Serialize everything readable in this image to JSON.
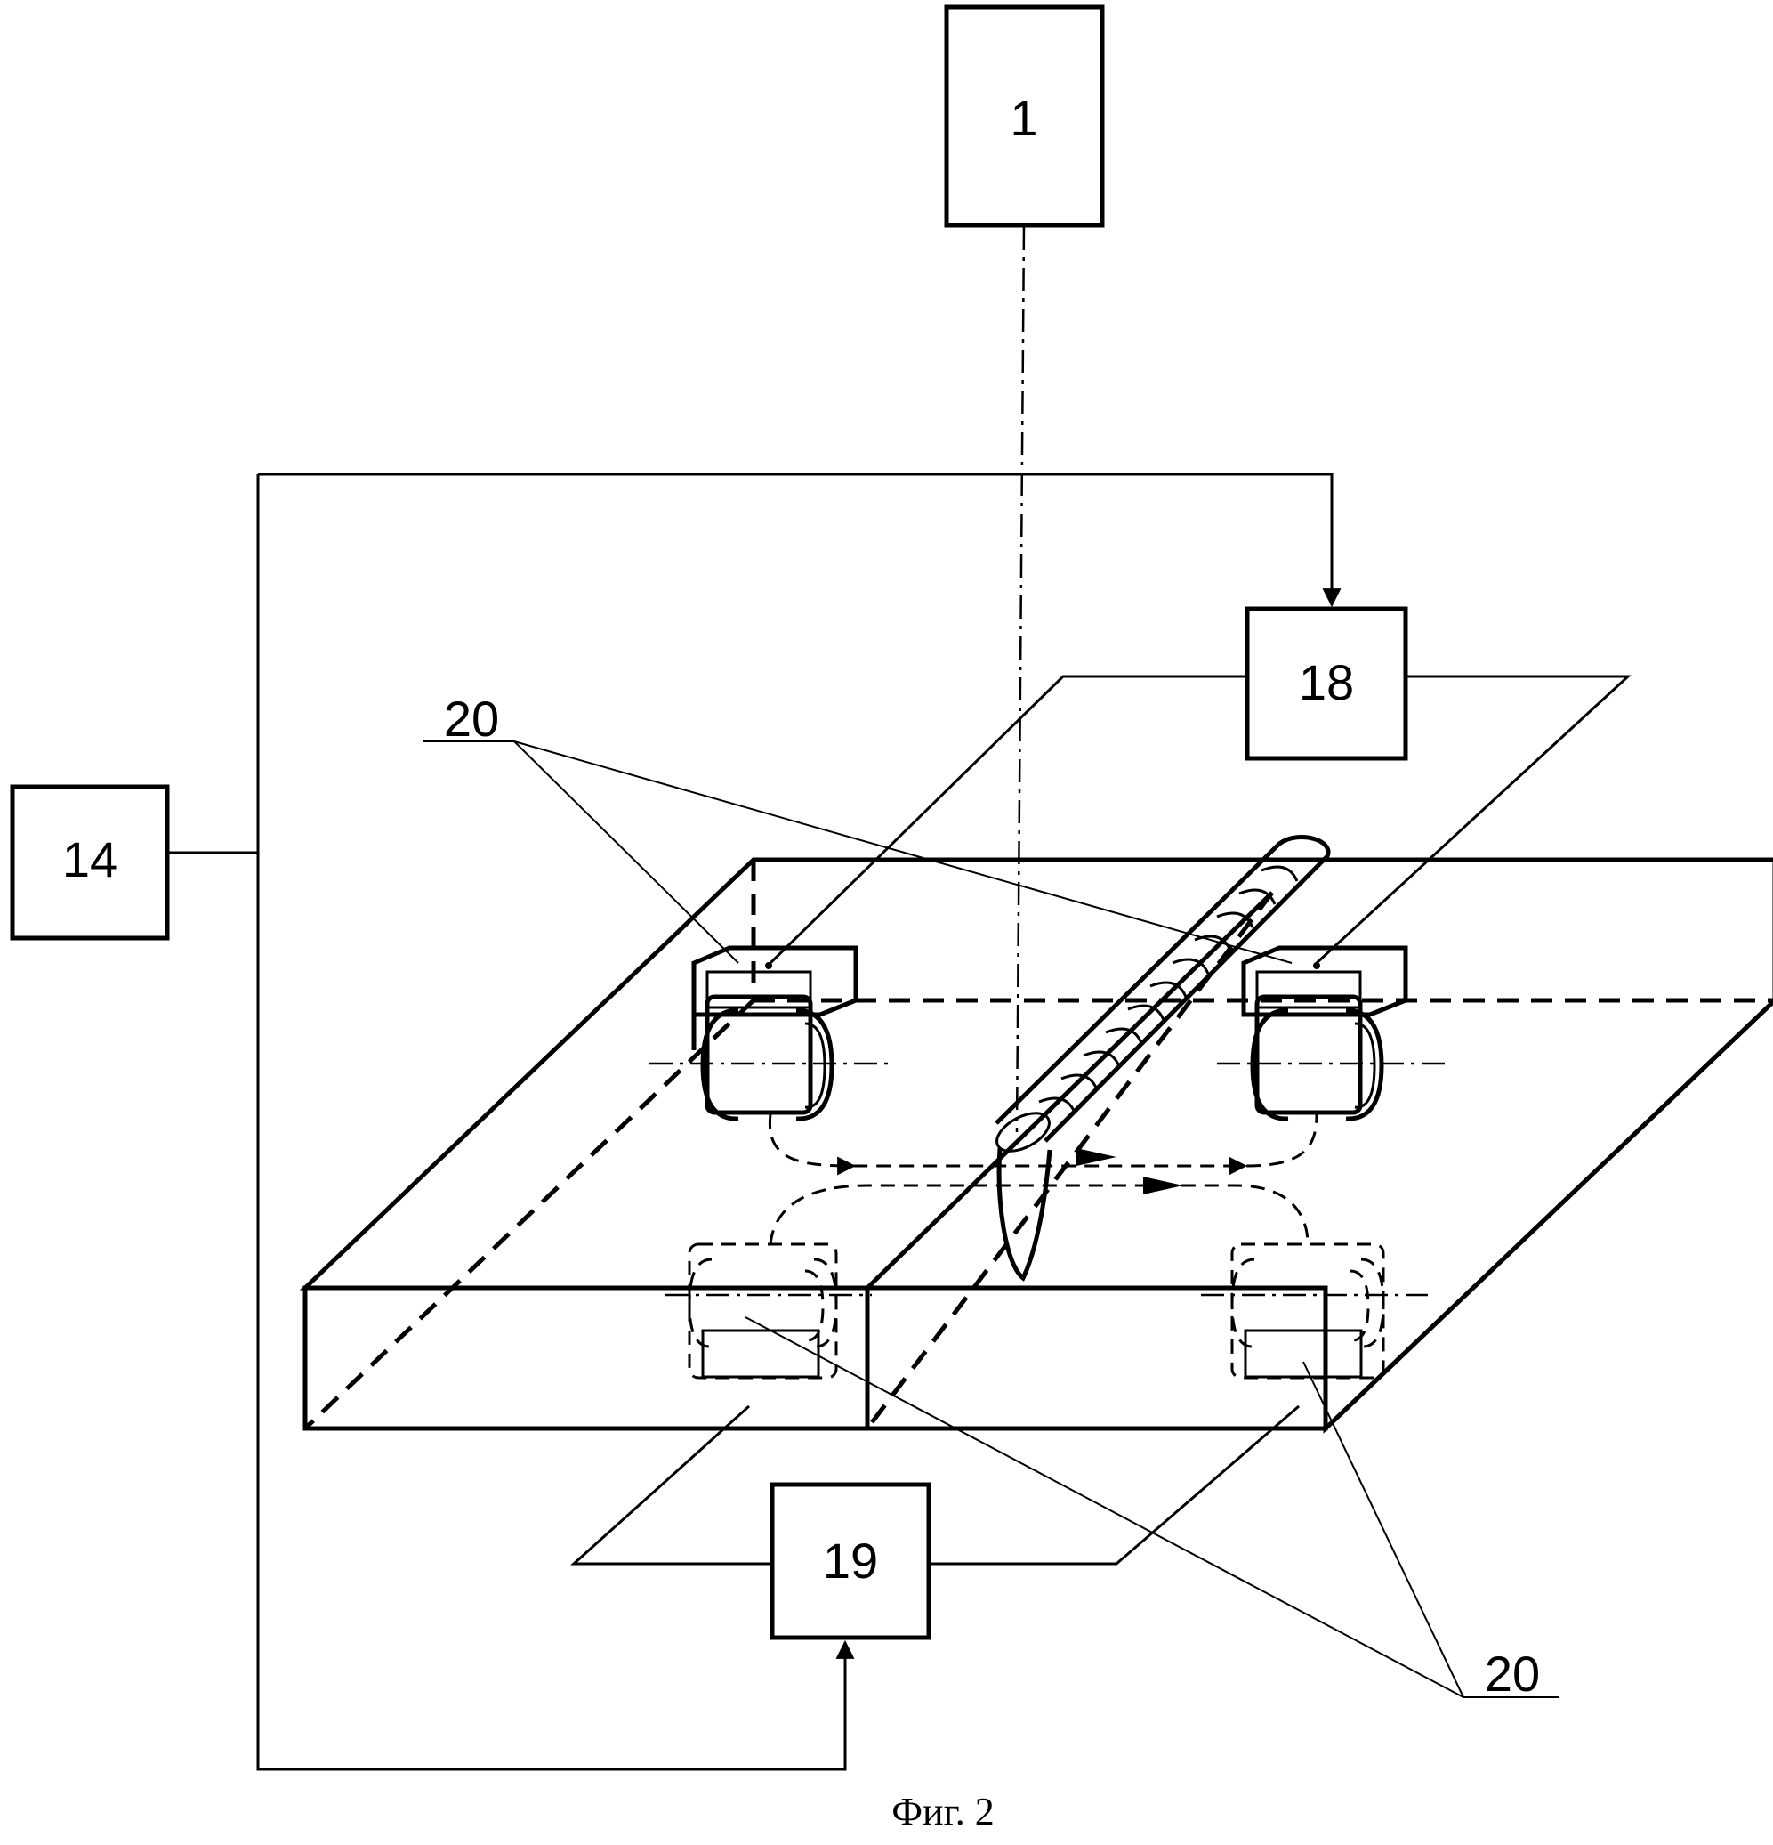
{
  "blocks": {
    "b1": "1",
    "b14": "14",
    "b18": "18",
    "b19": "19"
  },
  "callouts": {
    "top": "20",
    "bottom": "20"
  },
  "caption": "Фиг. 2"
}
